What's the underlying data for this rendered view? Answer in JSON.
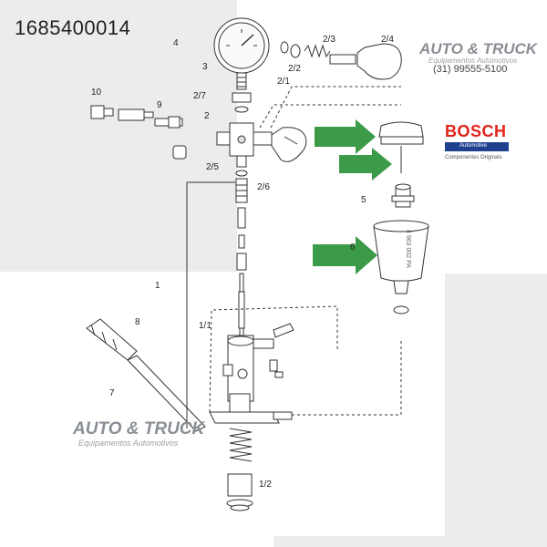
{
  "product_code": "1685400014",
  "watermark": {
    "brand": "AUTO & TRUCK",
    "tagline": "Equipamentos Automotivos",
    "phone": "(31) 99555-5100"
  },
  "bosch": {
    "name": "BOSCH",
    "division": "Automotive",
    "subtitle": "Componentes Originais"
  },
  "reference_code": "4 963 002 PA",
  "part_labels": [
    "1",
    "1/1",
    "1/2",
    "2",
    "2/1",
    "2/2",
    "2/3",
    "2/4",
    "2/5",
    "2/6",
    "2/7",
    "3",
    "4",
    "5",
    "6",
    "7",
    "8",
    "9",
    "10"
  ],
  "colors": {
    "arrow": "#3c9b48",
    "bosch_red": "#e2231a",
    "bosch_blue": "#1f3f8f",
    "line": "#333333",
    "panel": "#ececec"
  }
}
